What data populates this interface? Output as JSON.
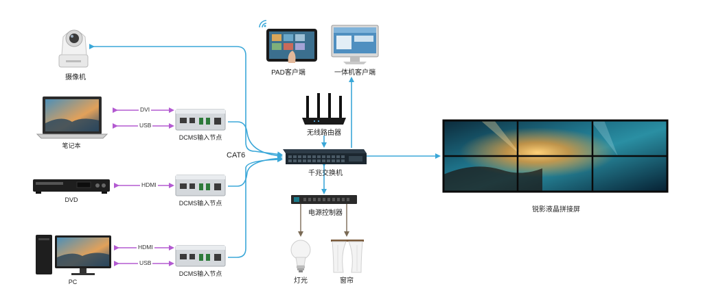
{
  "nodes": {
    "camera": "摄像机",
    "laptop": "笔记本",
    "dvd": "DVD",
    "pc": "PC",
    "encoder1": "DCMS输入节点",
    "encoder2": "DCMS输入节点",
    "encoder3": "DCMS输入节点",
    "pad": "PAD客户端",
    "aio": "一体机客户端",
    "router": "无线路由器",
    "switch": "千兆交换机",
    "power": "电源控制器",
    "lamp": "灯光",
    "curtain": "窗帘",
    "videowall": "锐影液晶拼接屏"
  },
  "edges": {
    "dvi": "DVI",
    "usb1": "USB",
    "hdmi_dvd": "HDMI",
    "hdmi_pc": "HDMI",
    "usb2": "USB",
    "cat6": "CAT6"
  },
  "colors": {
    "network": "#3aa7d8",
    "signal": "#b35ad1",
    "power": "#7a6a55"
  }
}
